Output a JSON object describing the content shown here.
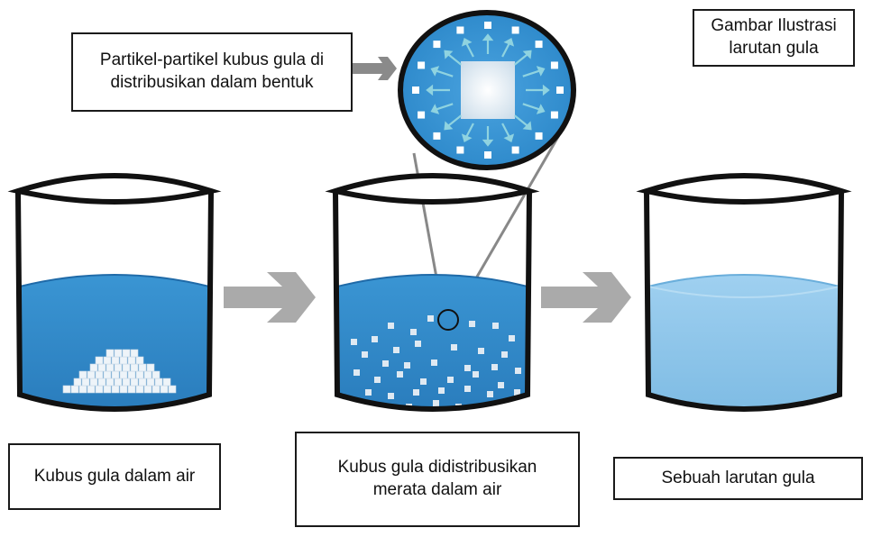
{
  "title": [
    "Gambar Ilustrasi",
    "larutan gula"
  ],
  "zoom_caption": [
    "Partikel-partikel kubus gula di",
    "distribusikan dalam bentuk"
  ],
  "beakers": [
    {
      "caption": [
        "Kubus gula dalam air"
      ],
      "water_color": "#2f86c6",
      "state": "sugar-pile"
    },
    {
      "caption": [
        "Kubus gula didistribusikan",
        "merata dalam air"
      ],
      "water_color": "#2f86c6",
      "state": "dispersed"
    },
    {
      "caption": [
        "Sebuah larutan gula"
      ],
      "water_color": "#8cc6ea",
      "state": "dissolved"
    }
  ],
  "colors": {
    "water": "#2f86c6",
    "solution": "#8cc6ea",
    "arrow": "#aaaaaa",
    "particle": "#dfe9f2",
    "outline": "#1a1a1a"
  },
  "icons": [
    "right-arrow-icon",
    "beaker-icon",
    "magnifier-circle-icon"
  ]
}
